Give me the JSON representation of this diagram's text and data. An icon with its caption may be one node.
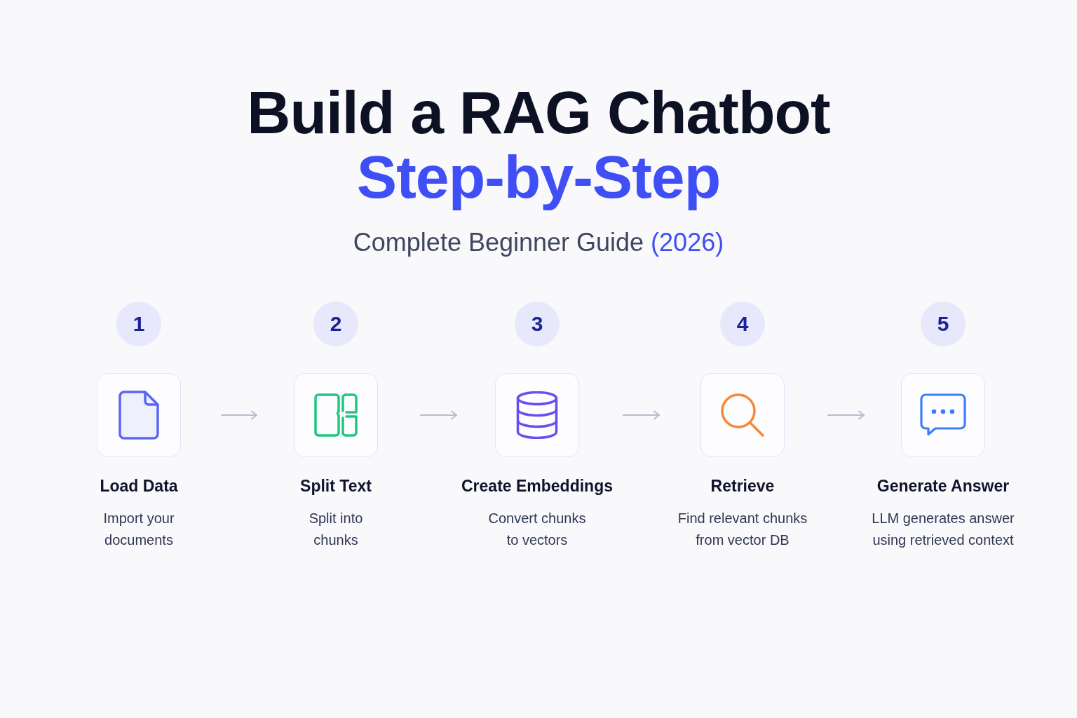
{
  "diagram": {
    "title": "Build a RAG Chatbot",
    "nodes": [
      {
        "text": [
          "1"
        ]
      },
      {
        "text": [
          "2"
        ]
      },
      {
        "text": [
          "3"
        ]
      },
      {
        "text": [
          "4"
        ]
      },
      {
        "text": [
          "5"
        ]
      },
      {
        "text": [
          "Load Data",
          "Import your documents"
        ]
      },
      {
        "text": [
          "Split Text",
          "Split into chunks"
        ]
      },
      {
        "text": [
          "Create Embeddings",
          "Convert chunks to vectors"
        ]
      },
      {
        "text": [
          "Retrieve",
          "Find relevant chunks from vector DB"
        ]
      },
      {
        "text": [
          "Generate Answer",
          "LLM generates answer using retrieved context"
        ]
      }
    ],
    "edges": [
      {
        "from": 5,
        "to": 6,
        "arrow": "to"
      },
      {
        "from": 6,
        "to": 7,
        "arrow": "to"
      },
      {
        "from": 7,
        "to": 8,
        "arrow": "to"
      },
      {
        "from": 8,
        "to": 9,
        "arrow": "to"
      }
    ],
    "labels": [
      "Step-by-Step",
      "Complete Beginner Guide",
      "(2026)"
    ]
  }
}
